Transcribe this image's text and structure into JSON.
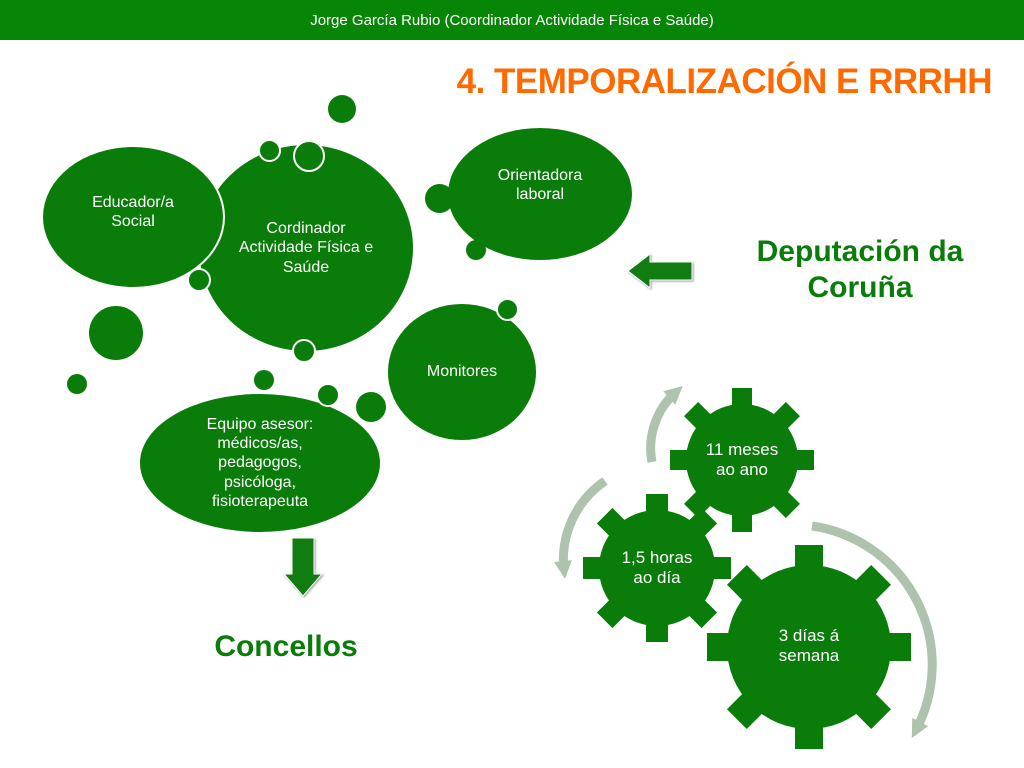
{
  "header": {
    "presenter": "Jorge García Rubio (Coordinador Actividade Física e Saúde)"
  },
  "slide": {
    "title": "4. TEMPORALIZACIÓN E RRRHH"
  },
  "roles": {
    "educador": "Educador/a Social",
    "coordinador": "Cordinador Actividade Física e Saúde",
    "orientadora": "Orientadora laboral",
    "monitores": "Monitores",
    "equipo": "Equipo asesor: médicos/as, pedagogos, psicóloga, fisioterapeuta"
  },
  "funders": {
    "deputacion": "Deputación da Coruña",
    "concellos": "Concellos"
  },
  "schedule": {
    "months": "11 meses ao ano",
    "hours": "1,5 horas ao día",
    "days": "3 días á semana"
  },
  "colors": {
    "header_bg": "#068506",
    "title": "#ff6a00",
    "green": "#0a7c0a",
    "arrow_green": "#117c11",
    "cycle_arrow": "#aec3ae"
  }
}
